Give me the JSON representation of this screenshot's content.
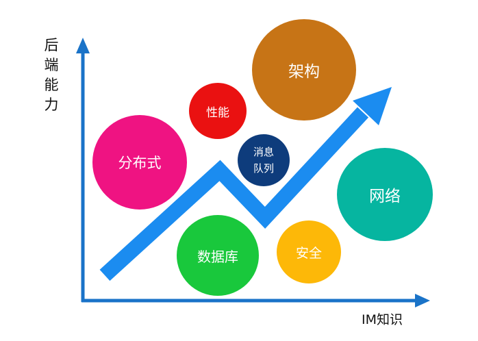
{
  "axes": {
    "y_label": "后\n端\n能\n力",
    "x_label": "IM知识"
  },
  "colors": {
    "axis": "#1a73c8",
    "trend_arrow": "#1b8cf0"
  },
  "bubbles": [
    {
      "key": "arch",
      "label": "架构",
      "color": "#c77416"
    },
    {
      "key": "perf",
      "label": "性能",
      "color": "#ea1111"
    },
    {
      "key": "dist",
      "label": "分布式",
      "color": "#ef1382"
    },
    {
      "key": "mq",
      "label": "消息\n队列",
      "color": "#0e3c7c"
    },
    {
      "key": "net",
      "label": "网络",
      "color": "#06b5a0"
    },
    {
      "key": "db",
      "label": "数据库",
      "color": "#19c83c"
    },
    {
      "key": "sec",
      "label": "安全",
      "color": "#fdb808"
    }
  ]
}
